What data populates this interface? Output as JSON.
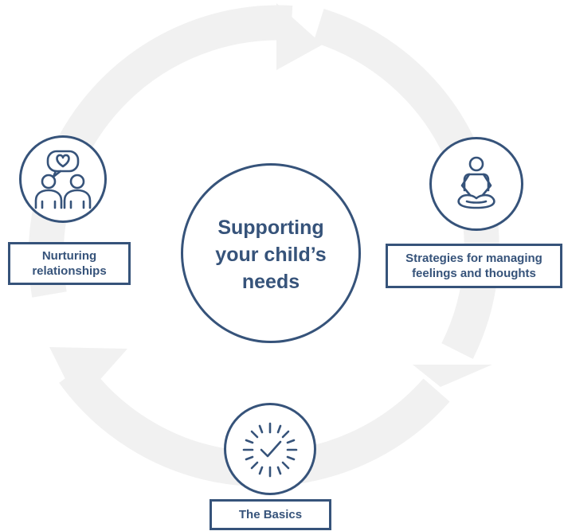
{
  "center": {
    "line1": "Supporting",
    "line2": "your child’s",
    "line3": "needs"
  },
  "nodes": {
    "left": {
      "line1": "Nurturing",
      "line2": "relationships",
      "icon": "relationship-heart-icon"
    },
    "right": {
      "line1": "Strategies for managing",
      "line2": "feelings and thoughts",
      "icon": "meditation-icon"
    },
    "bottom": {
      "line1": "The Basics",
      "icon": "checkmark-sparkle-icon"
    }
  },
  "colors": {
    "primary": "#36537a",
    "cycle_arrows": "#f1f1f1",
    "background": "#ffffff"
  }
}
